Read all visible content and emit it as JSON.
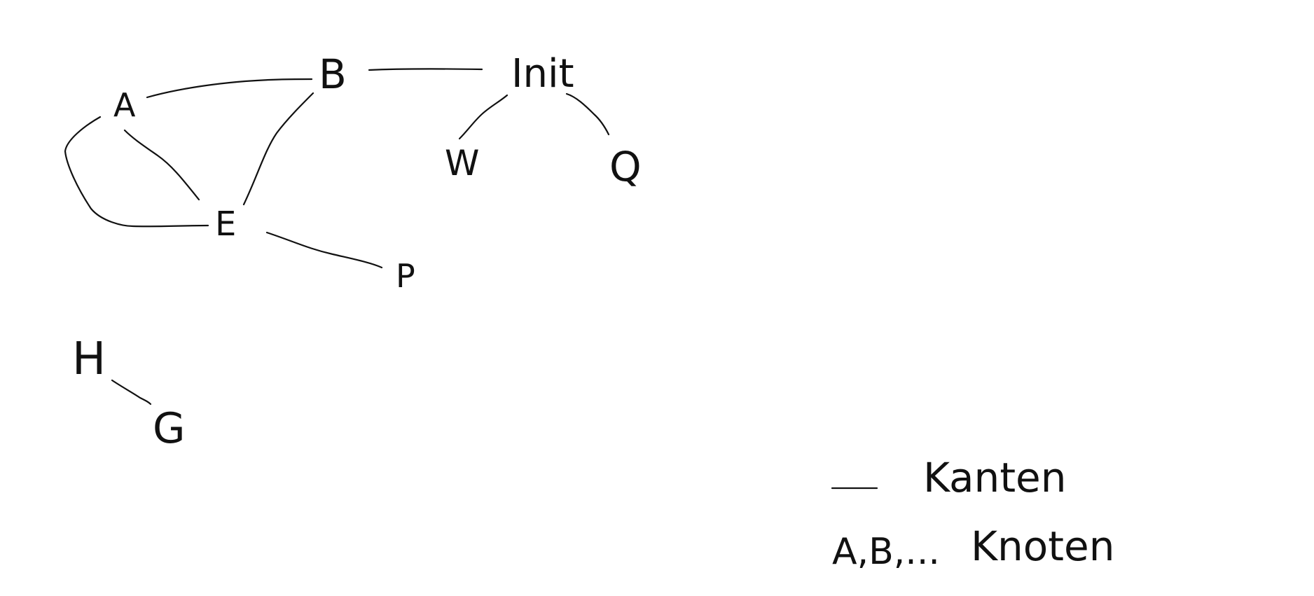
{
  "diagram": {
    "nodes": [
      {
        "id": "A",
        "label": "A"
      },
      {
        "id": "B",
        "label": "B"
      },
      {
        "id": "Init",
        "label": "Init"
      },
      {
        "id": "W",
        "label": "W"
      },
      {
        "id": "Q",
        "label": "Q"
      },
      {
        "id": "E",
        "label": "E"
      },
      {
        "id": "P",
        "label": "P"
      },
      {
        "id": "H",
        "label": "H"
      },
      {
        "id": "G",
        "label": "G"
      }
    ],
    "edges": [
      {
        "from": "A",
        "to": "B"
      },
      {
        "from": "B",
        "to": "Init"
      },
      {
        "from": "Init",
        "to": "W"
      },
      {
        "from": "Init",
        "to": "Q"
      },
      {
        "from": "A",
        "to": "E"
      },
      {
        "from": "A",
        "to": "E"
      },
      {
        "from": "B",
        "to": "E"
      },
      {
        "from": "E",
        "to": "P"
      },
      {
        "from": "H",
        "to": "G"
      }
    ]
  },
  "legend": {
    "edges_label": "Kanten",
    "nodes_symbol": "A,B,...",
    "nodes_label": "Knoten"
  },
  "colors": {
    "ink": "#111111",
    "background": "#ffffff"
  }
}
